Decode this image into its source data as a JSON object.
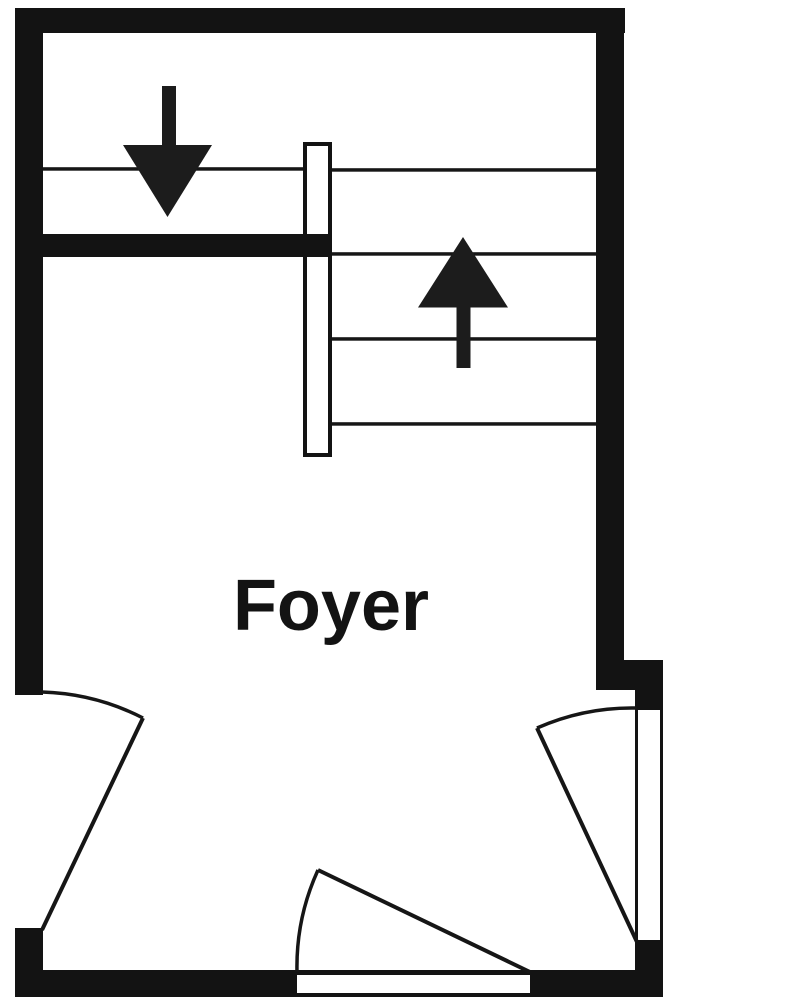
{
  "document": {
    "type": "floor-plan",
    "background": "#ffffff"
  },
  "colors": {
    "wall": "#131313",
    "line": "#161616",
    "arrow": "#1c1c1c",
    "floor": "#ffffff"
  },
  "rooms": [
    {
      "label": "Foyer"
    }
  ],
  "stairs": {
    "up_icon": "stairs-up-arrow",
    "down_icon": "stairs-down-arrow",
    "tread_line_count": 5
  },
  "doors": {
    "count": 3,
    "positions": [
      "left-wall",
      "bottom-wall-center",
      "right-wall-lower"
    ]
  }
}
